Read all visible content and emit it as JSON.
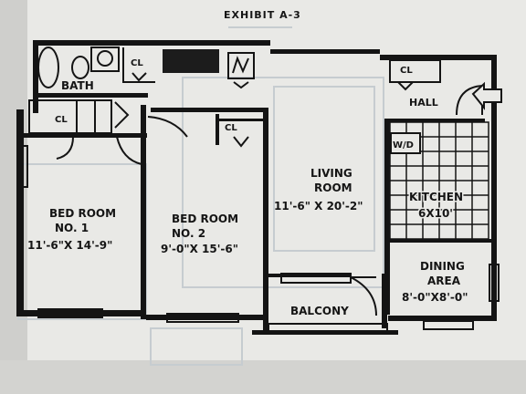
{
  "exhibit": "EXHIBIT A-3",
  "rooms": {
    "bath": "BATH",
    "closet_bath": "CL",
    "closet_bed1": "CL",
    "closet_bed2": "CL",
    "closet_hall": "CL",
    "washer_dryer": "W/D",
    "hall": "HALL",
    "bedroom1": {
      "name": "BED ROOM",
      "number": "NO. 1",
      "size": "11'-6\"X 14'-9\""
    },
    "bedroom2": {
      "name": "BED ROOM",
      "number": "NO. 2",
      "size": "9'-0\"X 15'-6\""
    },
    "living": {
      "name": "LIVING",
      "sub": "ROOM",
      "size": "11'-6\" X 20'-2\""
    },
    "kitchen": {
      "name": "KITCHEN",
      "size": "6X10'"
    },
    "dining": {
      "name": "DINING",
      "sub": "AREA",
      "size": "8'-0\"X8'-0\""
    },
    "balcony": "BALCONY"
  },
  "icons": {
    "entry": "entry-arrow-icon"
  }
}
